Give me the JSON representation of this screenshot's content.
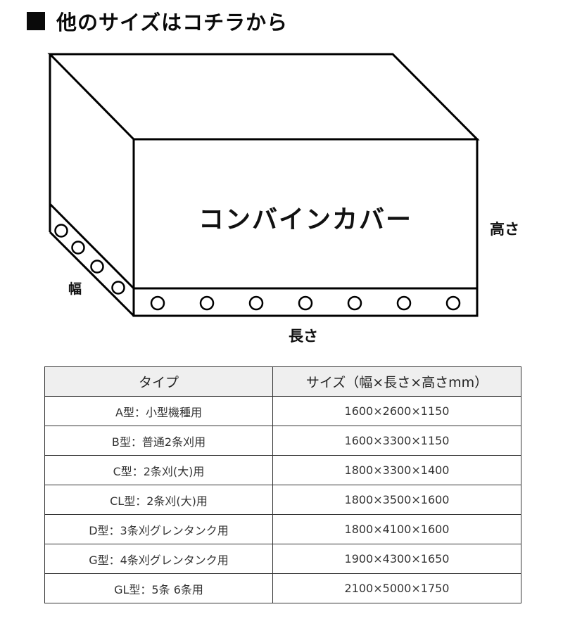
{
  "title": {
    "icon": "black-square",
    "text": "他のサイズはコチラから"
  },
  "diagram": {
    "product_name": "コンバインカバー",
    "labels": {
      "height": "高さ",
      "width": "幅",
      "length": "長さ"
    },
    "front_grommets": 7,
    "side_grommets": 4,
    "line_color": "#000000"
  },
  "table": {
    "headers": [
      "タイプ",
      "サイズ（幅×長さ×高さmm）"
    ],
    "rows": [
      {
        "type": "A型：小型機種用",
        "size": "1600×2600×1150"
      },
      {
        "type": "B型：普通2条刈用",
        "size": "1600×3300×1150"
      },
      {
        "type": "C型：2条刈(大)用",
        "size": "1800×3300×1400"
      },
      {
        "type": "CL型：2条刈(大)用",
        "size": "1800×3500×1600"
      },
      {
        "type": "D型：3条刈グレンタンク用",
        "size": "1800×4100×1600"
      },
      {
        "type": "G型：4条刈グレンタンク用",
        "size": "1900×4300×1650"
      },
      {
        "type": "GL型：5条 6条用",
        "size": "2100×5000×1750"
      }
    ],
    "header_bg": "#efefef",
    "border_color": "#333333"
  }
}
